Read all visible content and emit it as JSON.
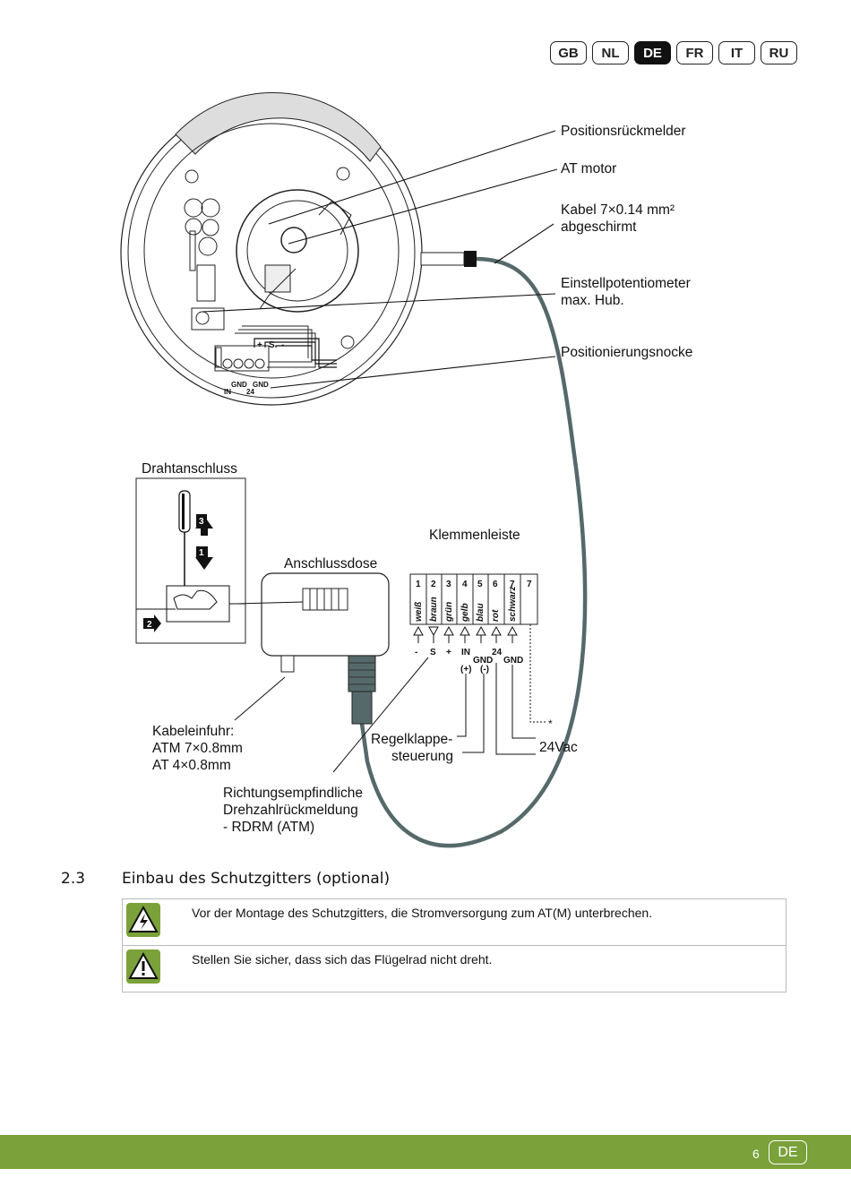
{
  "languages": [
    "GB",
    "NL",
    "DE",
    "FR",
    "IT",
    "RU"
  ],
  "active_language": "DE",
  "diagram": {
    "labels": {
      "positionsrueckmelder": "Positionsrückmelder",
      "at_motor": "AT motor",
      "kabel_1": "Kabel 7×0.14 mm²",
      "kabel_2": "abgeschirmt",
      "einstell_1": "Einstellpotentiometer",
      "einstell_2": "max. Hub.",
      "positionierungsnocke": "Positionierungsnocke",
      "drahtanschluss": "Drahtanschluss",
      "anschlussdose": "Anschlussdose",
      "klemmenleiste": "Klemmenleiste",
      "kabeleinfuhr_1": "Kabeleinfuhr:",
      "kabeleinfuhr_2": "ATM  7×0.8mm",
      "kabeleinfuhr_3": "AT    4×0.8mm",
      "regelklappe_1": "Regelklappe-",
      "regelklappe_2": "steuerung",
      "vac": "24Vac",
      "richtung_1": "Richtungsempfindliche",
      "richtung_2": "Drehzahlrückmeldung",
      "richtung_3": "- RDRM (ATM)",
      "asterisk": "*",
      "board_plus": "+",
      "board_s": "S",
      "board_minus": "-",
      "board_gnd_in_1": "GND",
      "board_gnd_in_2": "IN",
      "board_gnd_24_1": "GND",
      "board_gnd_24_2": "24",
      "step_3": "3",
      "step_1": "1",
      "step_2": "2"
    },
    "terminals": {
      "numbers": [
        "1",
        "2",
        "3",
        "4",
        "5",
        "6",
        "7",
        "7"
      ],
      "colors": [
        "weiß",
        "braun",
        "grün",
        "gelb",
        "blau",
        "rot",
        "schwarz"
      ],
      "signals": [
        "-",
        "S",
        "+",
        "IN",
        "24"
      ],
      "signals2": [
        "(+)",
        "GND",
        "(-)",
        "GND"
      ]
    }
  },
  "section": {
    "number": "2.3",
    "title": "Einbau des Schutzgitters (optional)"
  },
  "warnings": [
    {
      "icon": "electric-hazard-icon",
      "text": "Vor der Montage des Schutzgitters, die Stromversorgung zum AT(M) unterbrechen."
    },
    {
      "icon": "warning-triangle-icon",
      "text": "Stellen Sie sicher, dass sich das Flügelrad nicht dreht."
    }
  ],
  "footer": {
    "page_number": "6",
    "language": "DE"
  },
  "colors": {
    "accent": "#7aa13a",
    "cable": "#56696a"
  }
}
